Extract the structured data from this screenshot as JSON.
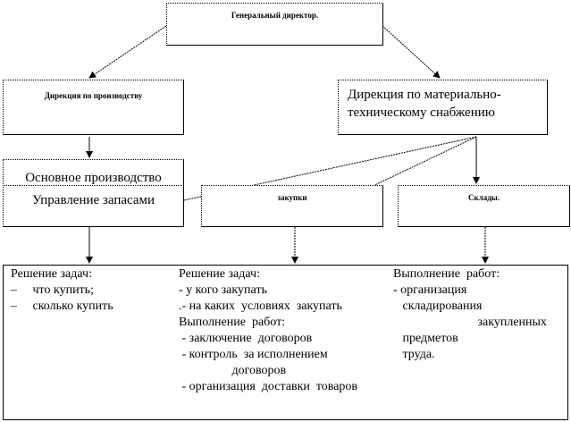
{
  "boxes": {
    "ceo": "Генеральный директор.",
    "production_dir": "Дирекция по производству",
    "supply_dir_1": "Дирекция  по материально-",
    "supply_dir_2": "техническому  снабжению",
    "main_production": "Основное  производство",
    "inventory": "Управление  запасами",
    "purchases": "закупки",
    "warehouses": "Склады."
  },
  "tasks": {
    "inventory": [
      "Решение задач:",
      "–     что купить;",
      "–     сколько купить"
    ],
    "purchases": [
      "Решение задач:",
      "- у кого закупать",
      ".- на каких  условиях  закупать",
      "Выполнение  работ:",
      " - заключение  договоров",
      " - контроль  за исполнением",
      "                 договоров",
      " - организация  доставки  товаров"
    ],
    "warehouses": [
      "Выполнение  работ:",
      "- организация",
      "   складирования",
      "                           закупленных",
      "   предметов",
      "   труда."
    ]
  }
}
